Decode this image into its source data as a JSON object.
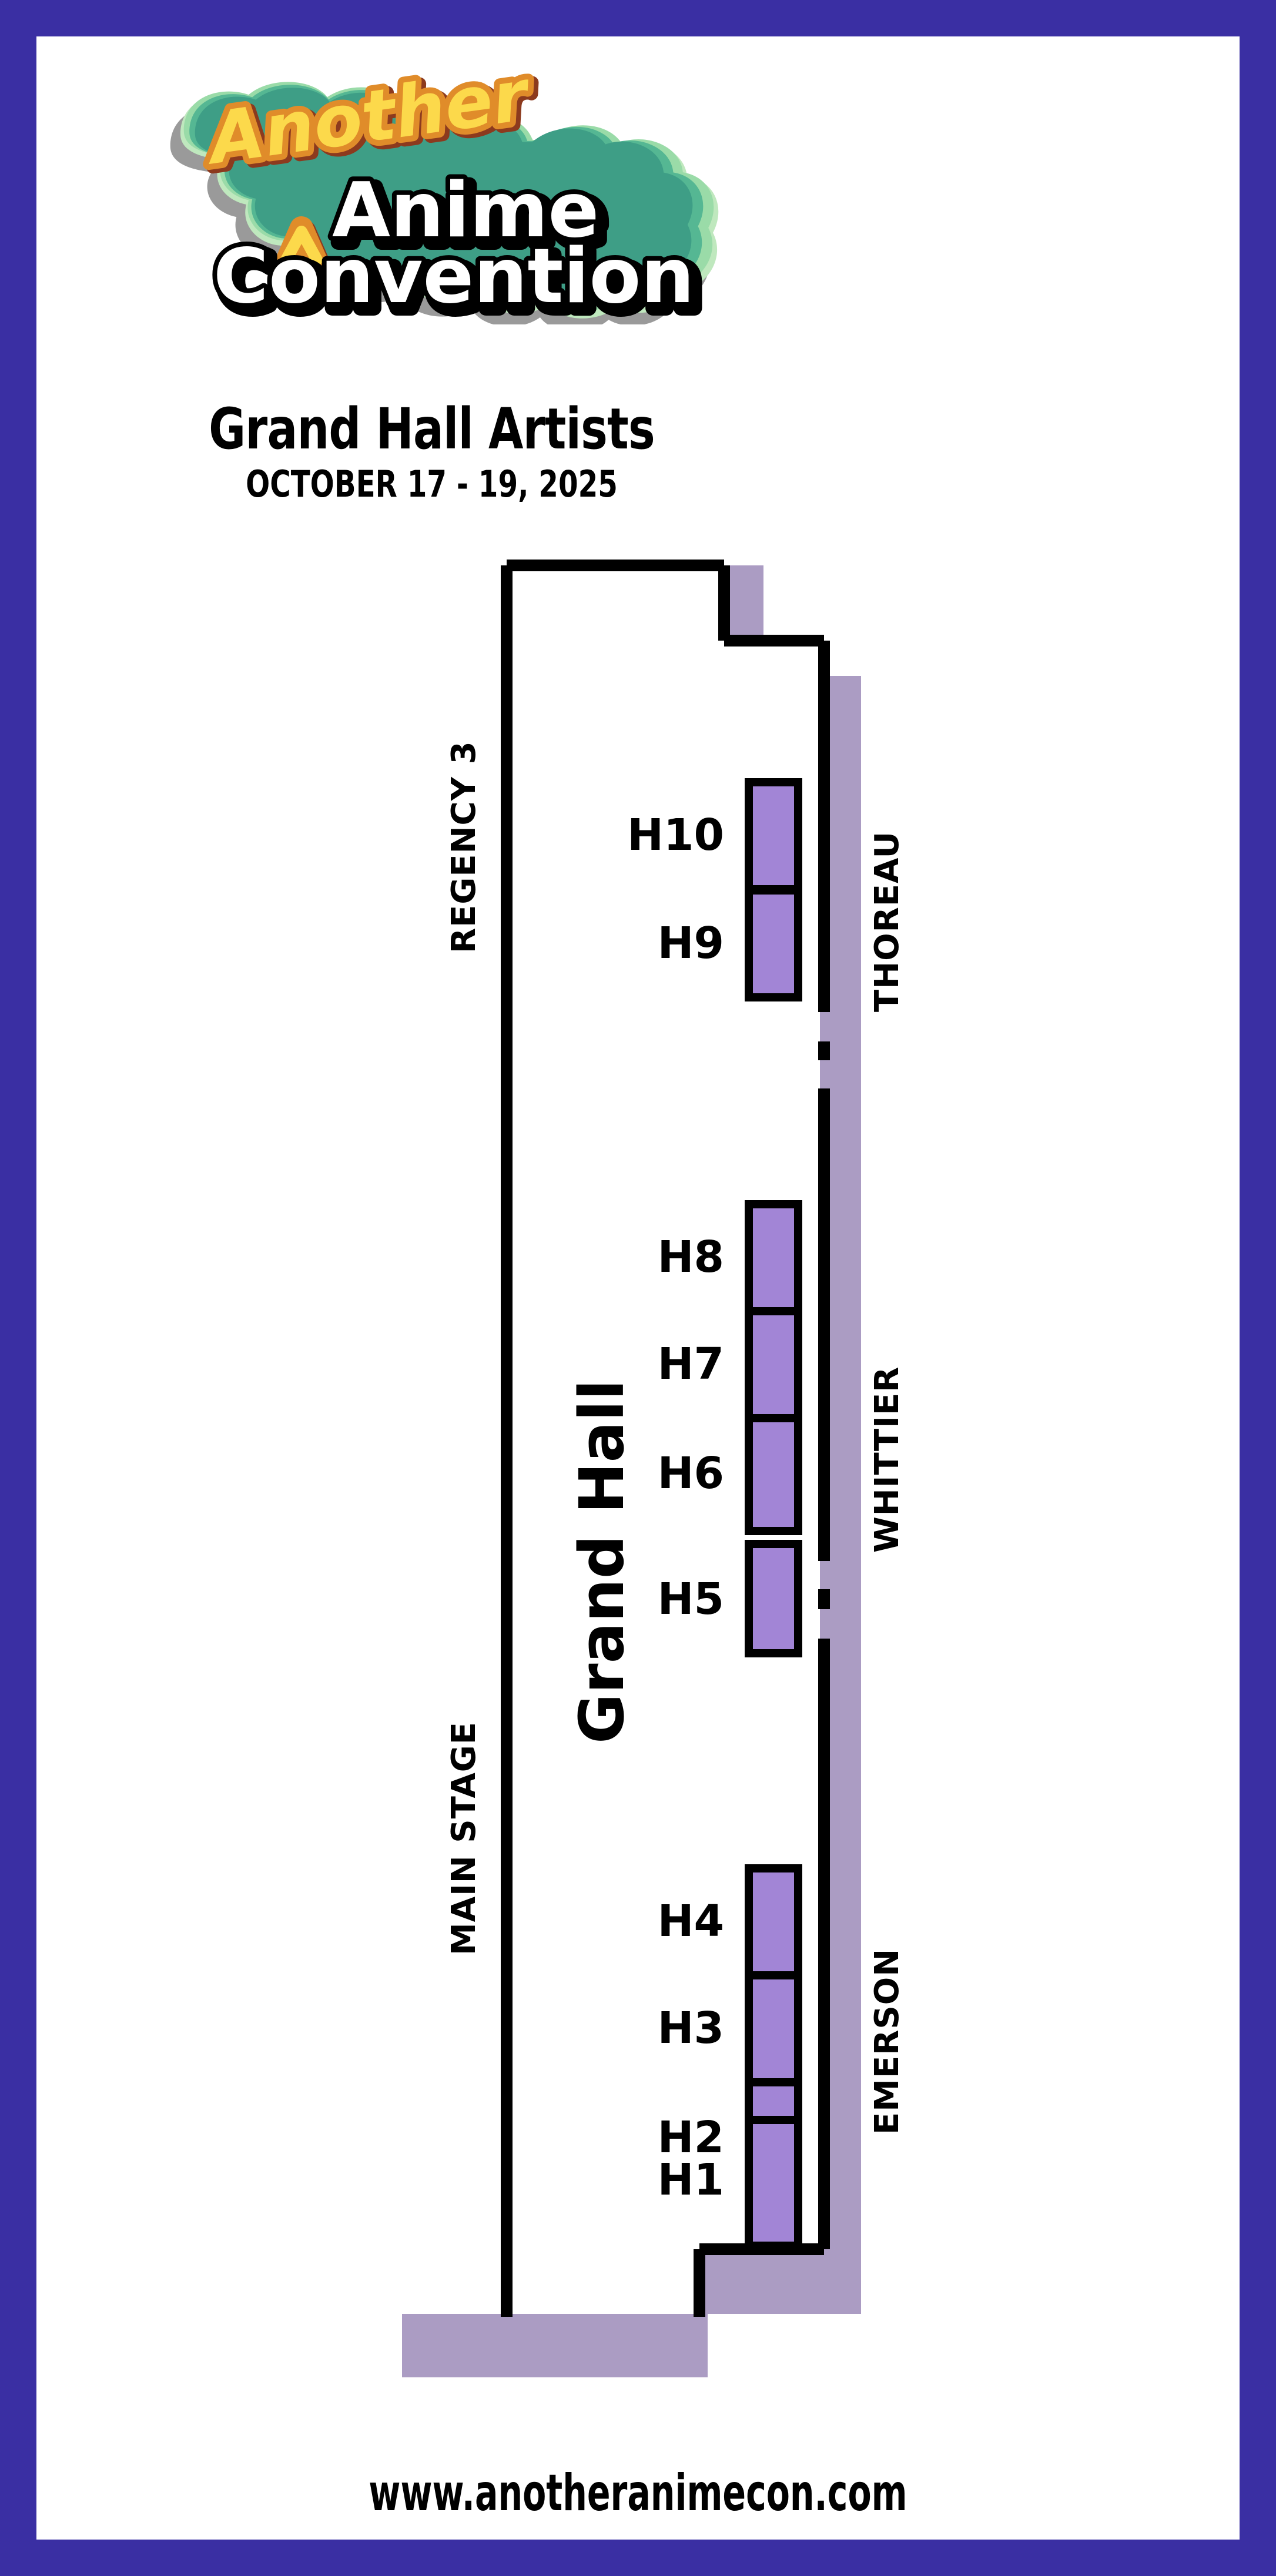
{
  "poster": {
    "brand_blue": "#3A2FA3",
    "paper": "#FFFFFF",
    "wall_color": "#000000",
    "booth_fill": "#A285D6",
    "corridor_fill": "#AB9CC3"
  },
  "logo": {
    "word_top": "Another",
    "caret": "^",
    "word_mid": "Anime",
    "word_bottom": "Convention",
    "colors": {
      "script_yellow": "#FCD94B",
      "script_outline": "#E08C2A",
      "script_shadow": "#8C3A1E",
      "blob_dark_green": "#3E9E86",
      "blob_mid_green": "#55B793",
      "blob_light_green": "#9ADBA8",
      "blob_pale_green": "#BFE8BE",
      "blob_shadow_gray": "#9A9A9A",
      "block_white": "#FFFFFF",
      "block_black": "#000000"
    }
  },
  "header": {
    "title": "Grand Hall Artists",
    "date_range": "OCTOBER 17 - 19, 2025"
  },
  "footer": {
    "url": "www.anotheranimecon.com"
  },
  "map": {
    "hall_name": "Grand Hall",
    "rooms": [
      {
        "id": "regency-3",
        "label": "REGENCY 3",
        "side": "left"
      },
      {
        "id": "main-stage",
        "label": "MAIN STAGE",
        "side": "left"
      },
      {
        "id": "thoreau",
        "label": "THOREAU",
        "side": "right"
      },
      {
        "id": "whittier",
        "label": "WHITTIER",
        "side": "right"
      },
      {
        "id": "emerson",
        "label": "EMERSON",
        "side": "right"
      }
    ],
    "booth_groups": [
      {
        "group": 1,
        "booths": [
          "H10",
          "H9"
        ]
      },
      {
        "group": 2,
        "booths": [
          "H8",
          "H7",
          "H6"
        ]
      },
      {
        "group": 3,
        "booths": [
          "H5"
        ]
      },
      {
        "group": 4,
        "booths": [
          "H4",
          "H3",
          "H2"
        ]
      },
      {
        "group": 5,
        "booths": [
          "H1"
        ]
      }
    ],
    "booths": [
      {
        "id": "H1",
        "label": "H1"
      },
      {
        "id": "H2",
        "label": "H2"
      },
      {
        "id": "H3",
        "label": "H3"
      },
      {
        "id": "H4",
        "label": "H4"
      },
      {
        "id": "H5",
        "label": "H5"
      },
      {
        "id": "H6",
        "label": "H6"
      },
      {
        "id": "H7",
        "label": "H7"
      },
      {
        "id": "H8",
        "label": "H8"
      },
      {
        "id": "H9",
        "label": "H9"
      },
      {
        "id": "H10",
        "label": "H10"
      }
    ]
  }
}
